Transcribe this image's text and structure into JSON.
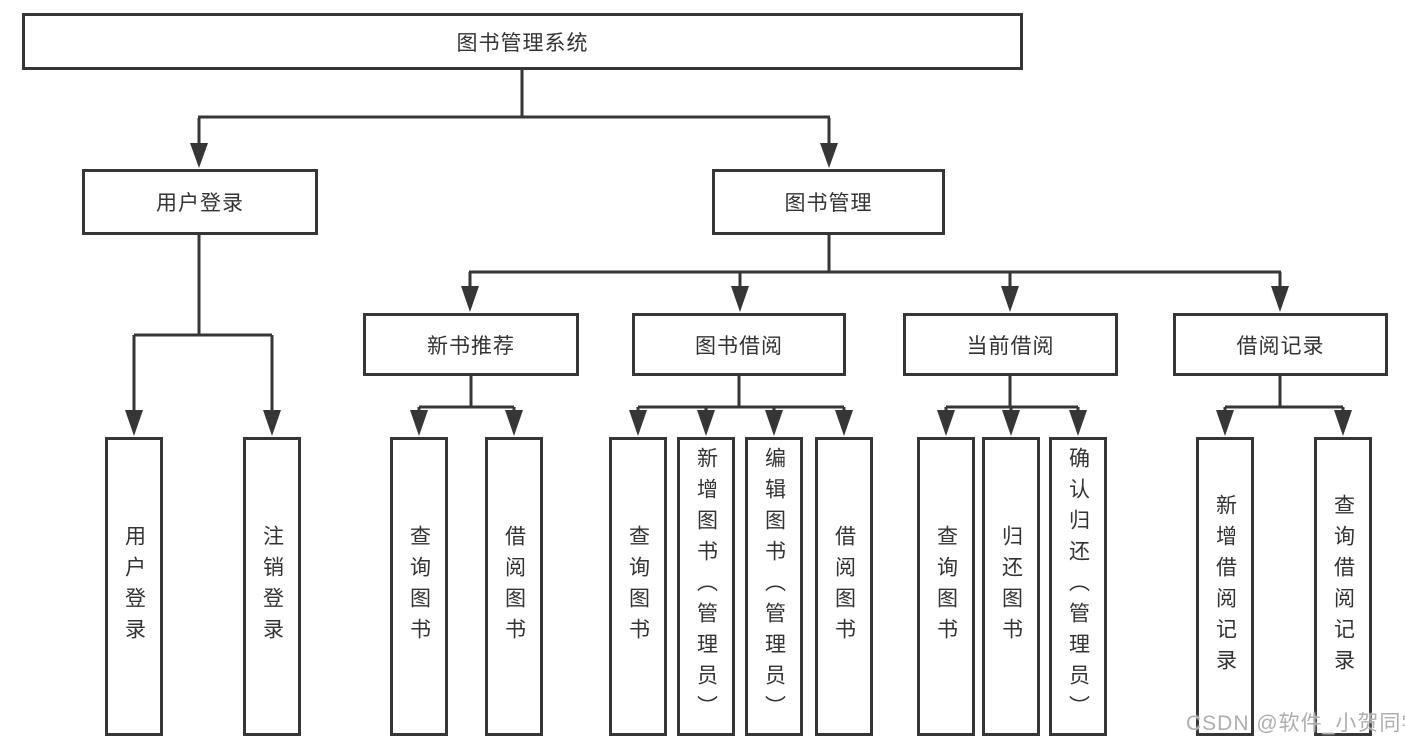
{
  "diagram": {
    "type": "hierarchy-flowchart",
    "root": "图书管理系统",
    "level2": [
      "用户登录",
      "图书管理"
    ],
    "level3": [
      "新书推荐",
      "图书借阅",
      "当前借阅",
      "借阅记录"
    ],
    "leaves": {
      "user_login": [
        "用户登录",
        "注销登录"
      ],
      "new_book_recommend": [
        "查询图书",
        "借阅图书"
      ],
      "book_borrow": [
        "查询图书",
        "新增图书（管理员）",
        "编辑图书（管理员）",
        "借阅图书"
      ],
      "current_borrow": [
        "查询图书",
        "归还图书",
        "确认归还（管理员）"
      ],
      "borrow_records": [
        "新增借阅记录",
        "查询借阅记录"
      ]
    },
    "colors": {
      "line": "#363636",
      "box_border": "#363636",
      "box_fill": "#ffffff",
      "text": "#333333",
      "watermark": "#aeaeae"
    },
    "watermark": "CSDN @软件_小贺同学"
  }
}
